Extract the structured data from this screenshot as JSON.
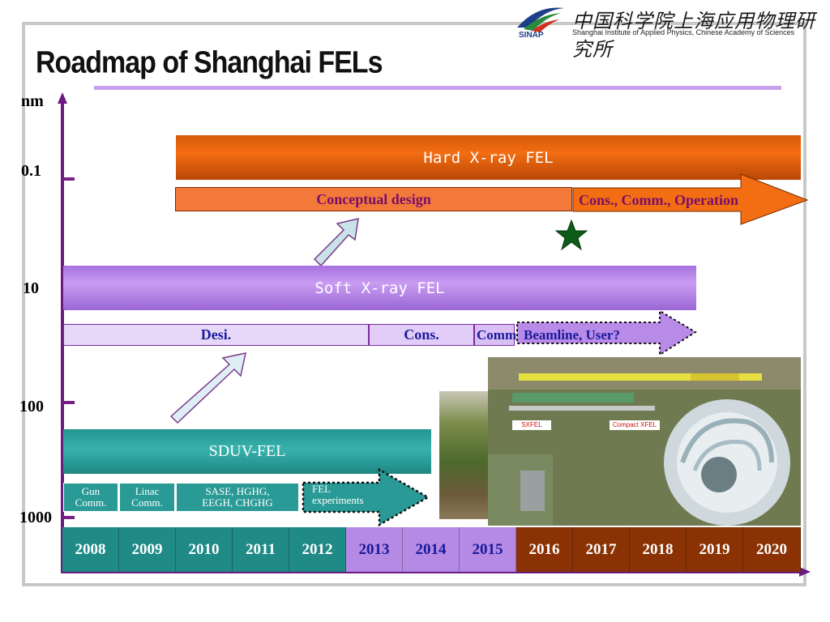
{
  "header": {
    "title": "Roadmap of Shanghai FELs",
    "institute_cn": "中国科学院上海应用物理研究所",
    "institute_en": "Shanghai Institute of Applied Physics, Chinese Academy of Sciences",
    "logo_abbr": "SINAP"
  },
  "axis": {
    "unit": "nm",
    "labels": [
      "0.1",
      "10",
      "100",
      "1000"
    ]
  },
  "hard_xray": {
    "name": "Hard X-ray FEL",
    "phase_design": "Conceptual design",
    "phase_build": "Cons., Comm., Operation"
  },
  "soft_xray": {
    "name": "Soft X-ray FEL",
    "phase_design": "Desi.",
    "phase_cons": "Cons.",
    "phase_comm": "Comm.",
    "phase_user": "Beamline, User?"
  },
  "sduv": {
    "name": "SDUV-FEL",
    "phases": [
      "Gun\nComm.",
      "Linac\nComm.",
      "SASE, HGHG,\nEEGH, CHGHG"
    ],
    "experiments": "FEL\nexperiments"
  },
  "photo": {
    "label_sxfel": "SXFEL",
    "label_compact": "Compact XFEL"
  },
  "years": [
    "2008",
    "2009",
    "2010",
    "2011",
    "2012",
    "2013",
    "2014",
    "2015",
    "2016",
    "2017",
    "2018",
    "2019",
    "2020"
  ],
  "colors": {
    "teal": "#2a9a96",
    "purple": "#b98be8",
    "orange_dark": "#9a3b05",
    "orange": "#f0650e",
    "axis": "#6a1a80"
  }
}
